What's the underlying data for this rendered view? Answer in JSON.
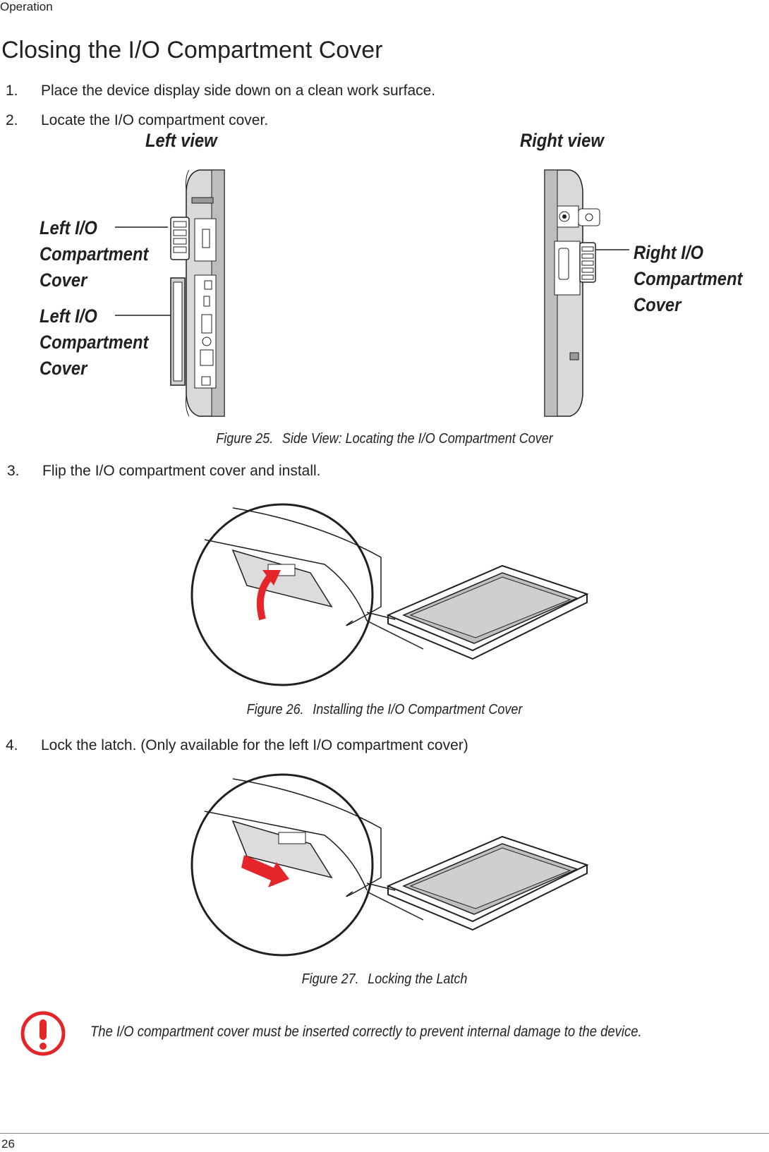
{
  "header": {
    "section": "Operation"
  },
  "title": "Closing the I/O Compartment Cover",
  "steps": [
    {
      "number": "1.",
      "text": "Place the device display side down on a clean work surface."
    },
    {
      "number": "2.",
      "text": "Locate the I/O compartment cover."
    },
    {
      "number": "3.",
      "text": "Flip the I/O compartment cover and install."
    },
    {
      "number": "4.",
      "text": "Lock the latch. (Only available for the left I/O compartment cover)"
    }
  ],
  "figure25": {
    "left_view": "Left view",
    "right_view": "Right view",
    "callout_left_top": "Left I/O\nCompartment\nCover",
    "callout_left_bottom": "Left I/O\nCompartment\nCover",
    "callout_right": "Right I/O\nCompartment\nCover",
    "caption_num": "Figure 25.",
    "caption_text": "Side View: Locating the I/O Compartment Cover"
  },
  "figure26": {
    "caption_num": "Figure 26.",
    "caption_text": "Installing the I/O Compartment Cover"
  },
  "figure27": {
    "caption_num": "Figure 27.",
    "caption_text": "Locking the Latch"
  },
  "note": {
    "icon": "warning-exclamation-icon",
    "text": "The I/O compartment cover must be inserted correctly to prevent internal damage to the device."
  },
  "colors": {
    "accent_red": "#e4262b",
    "text": "#231f20"
  },
  "footer": {
    "page_number": "26"
  }
}
